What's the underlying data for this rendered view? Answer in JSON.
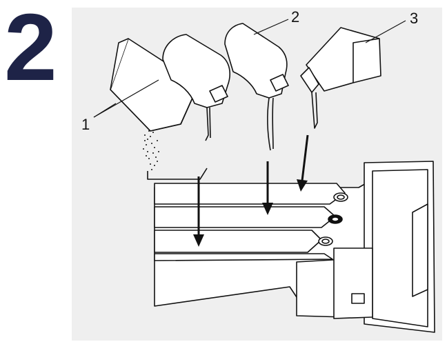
{
  "step": {
    "number": "2"
  },
  "callouts": [
    {
      "label": "1",
      "meaning": ""
    },
    {
      "label": "2",
      "meaning": ""
    },
    {
      "label": "3",
      "meaning": ""
    }
  ]
}
